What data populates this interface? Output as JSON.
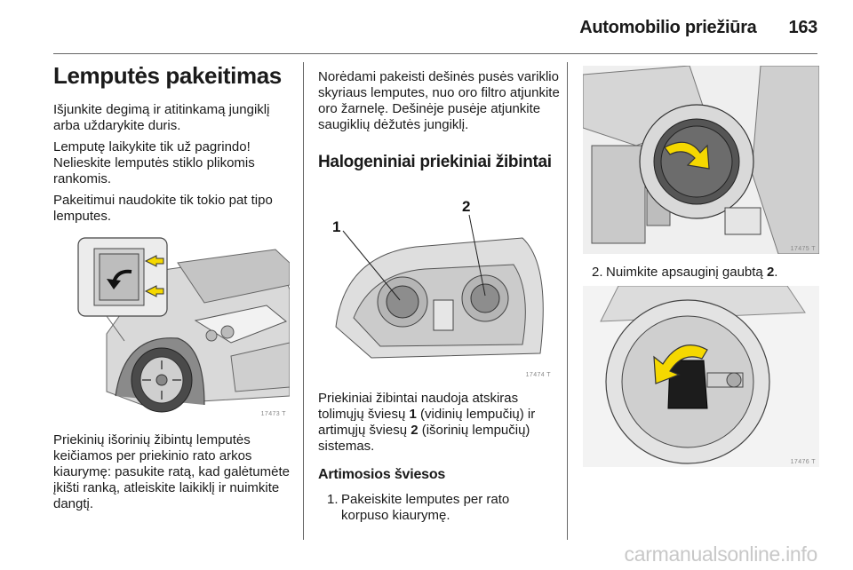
{
  "header": {
    "section": "Automobilio priežiūra",
    "page_number": "163"
  },
  "col1": {
    "title": "Lemputės pakeitimas",
    "p1": "Išjunkite degimą ir atitinkamą jungiklį arba uždarykite duris.",
    "p2": "Lemputę laikykite tik už pagrindo! Nelieskite lemputės stiklo plikomis rankomis.",
    "p3": "Pakeitimui naudokite tik tokio pat tipo lemputes.",
    "fig_number": "17473 T",
    "p4": "Priekinių išorinių žibintų lemputės keičiamos per priekinio rato arkos kiaurymę: pasukite ratą, kad galėtumėte įkišti ranką, atleiskite laikiklį ir nuimkite dangtį."
  },
  "col2": {
    "p1": "Norėdami pakeisti dešinės pusės variklio skyriaus lemputes, nuo oro filtro atjunkite oro žarnelę. Dešinėje pusėje atjunkite saugiklių dėžutės jungiklį.",
    "heading": "Halogeniniai priekiniai žibintai",
    "fig_number": "17474 T",
    "callout_1": "1",
    "callout_2": "2",
    "p2_a": "Priekiniai žibintai naudoja atskiras tolimųjų šviesų ",
    "p2_b1": "1",
    "p2_c": " (vidinių lempučių) ir artimųjų šviesų ",
    "p2_b2": "2",
    "p2_d": " (išorinių lempučių) sistemas.",
    "subheading": "Artimosios šviesos",
    "step1_num": "1.",
    "step1_text": "Pakeiskite lemputes per rato korpuso kiaurymę."
  },
  "col3": {
    "fig1_number": "17475 T",
    "step2_num": "2.",
    "step2_text_a": "Nuimkite apsauginį gaubtą ",
    "step2_bold": "2",
    "step2_text_b": ".",
    "fig2_number": "17476 T"
  },
  "watermark": "carmanualsonline.info",
  "colors": {
    "arrow_yellow": "#f5d800",
    "line": "#333333",
    "shade": "#bdbdbd"
  }
}
